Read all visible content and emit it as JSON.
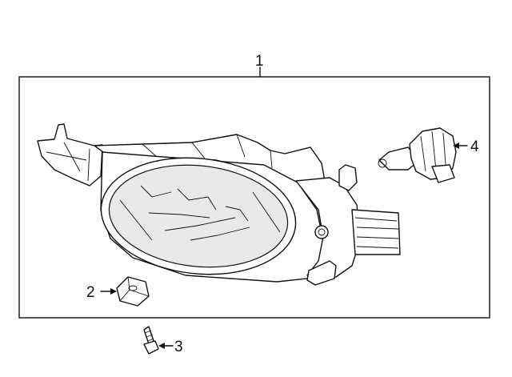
{
  "diagram": {
    "callouts": [
      {
        "id": "fog-lamp-assembly",
        "label": "1"
      },
      {
        "id": "clip-nut",
        "label": "2"
      },
      {
        "id": "screw",
        "label": "3"
      },
      {
        "id": "bulb",
        "label": "4"
      }
    ]
  }
}
